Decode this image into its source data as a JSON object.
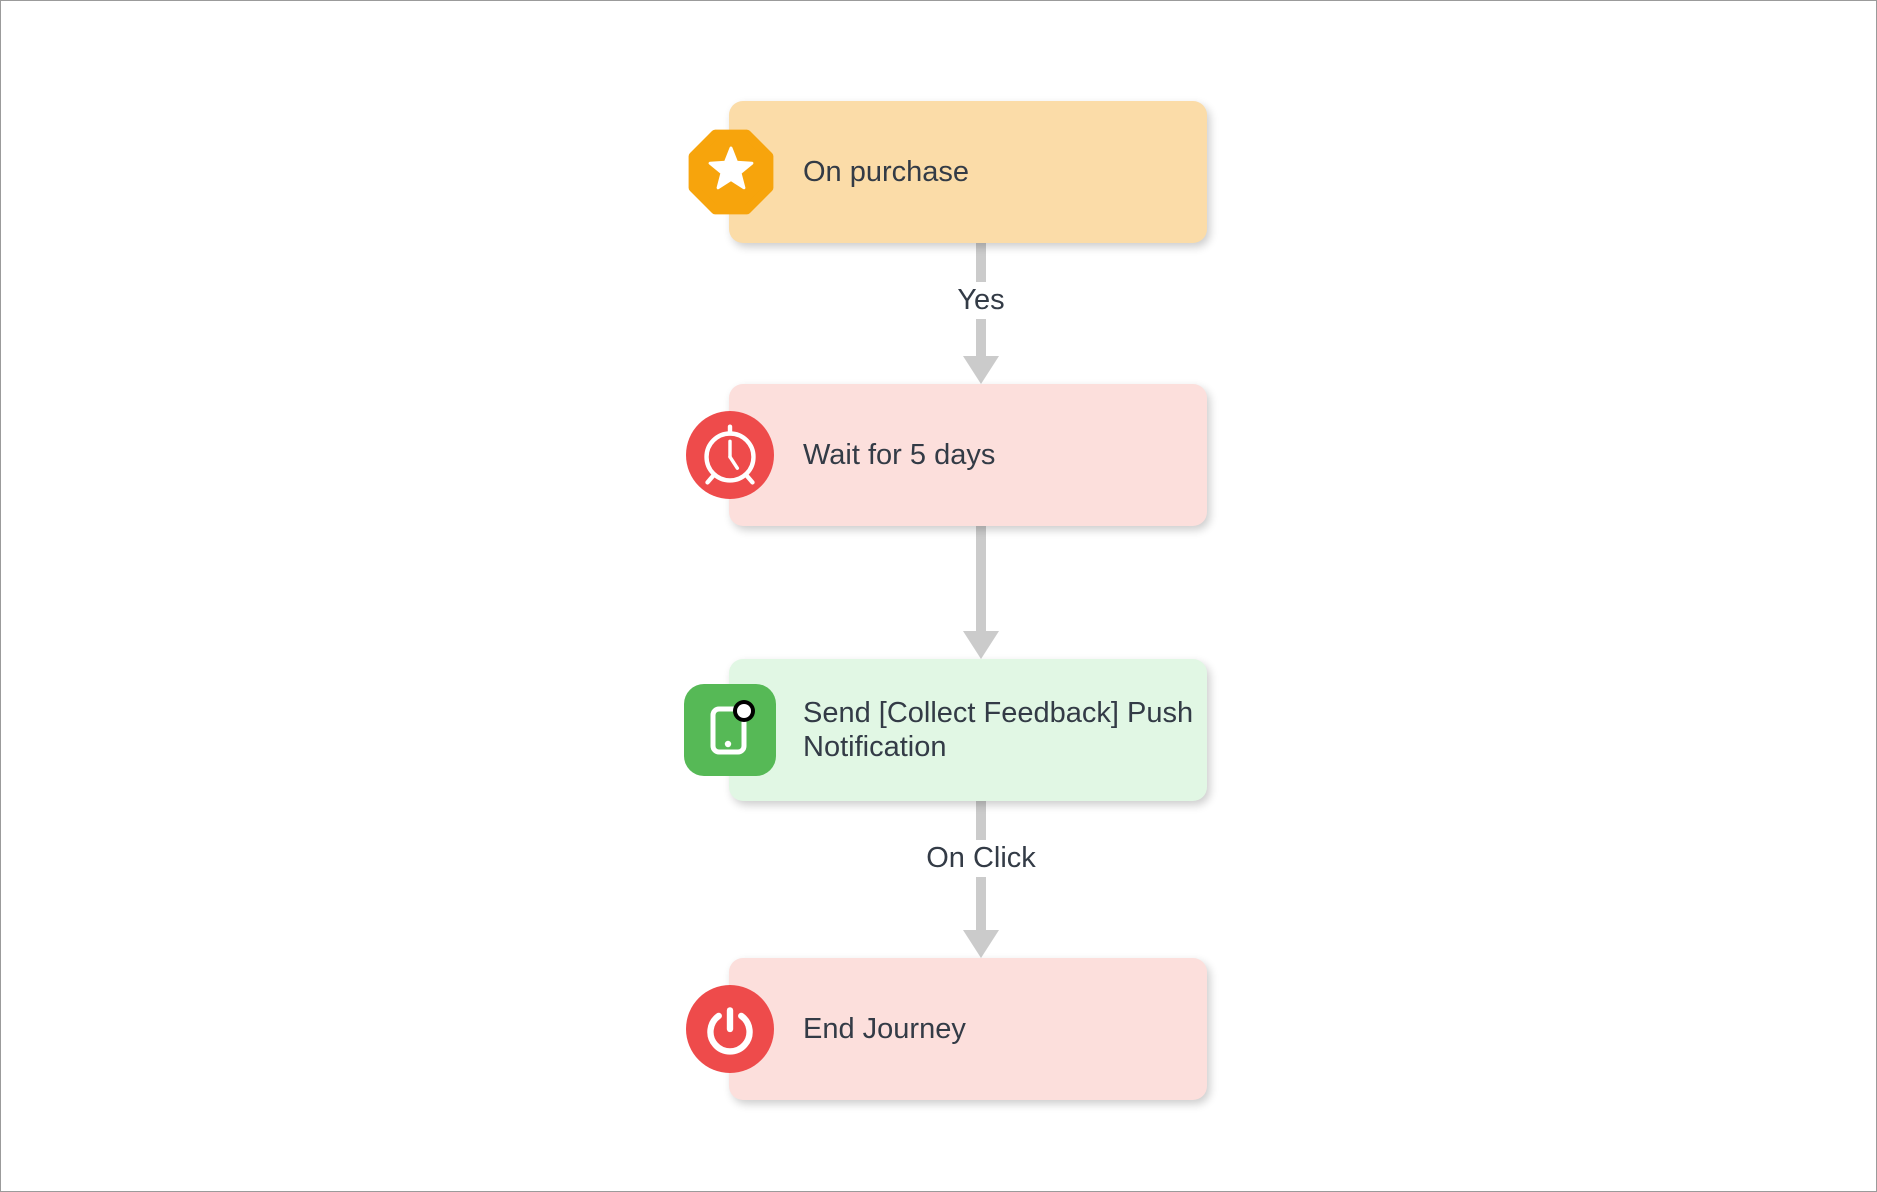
{
  "canvas": {
    "background": "#ffffff",
    "border_color": "#9b9b9b",
    "text_color": "#333B46",
    "arrow_color": "#cbcbcb"
  },
  "flow": {
    "nodes": [
      {
        "label": "On purchase",
        "icon": "star-octagon-icon",
        "shape": "octagon",
        "card_color": "#FBDCA8",
        "icon_color": "#F7A40C"
      },
      {
        "label": "Wait for 5 days",
        "icon": "alarm-clock-icon",
        "shape": "circle",
        "card_color": "#FCDFDC",
        "icon_color": "#EE4B4B"
      },
      {
        "label": "Send [Collect Feedback] Push Notification",
        "icon": "mobile-push-icon",
        "shape": "rounded-square",
        "card_color": "#E1F7E4",
        "icon_color": "#56B956"
      },
      {
        "label": "End Journey",
        "icon": "power-icon",
        "shape": "circle",
        "card_color": "#FCDFDC",
        "icon_color": "#EE4B4B"
      }
    ],
    "edges": [
      {
        "label": "Yes"
      },
      {
        "label": ""
      },
      {
        "label": "On Click"
      }
    ]
  }
}
